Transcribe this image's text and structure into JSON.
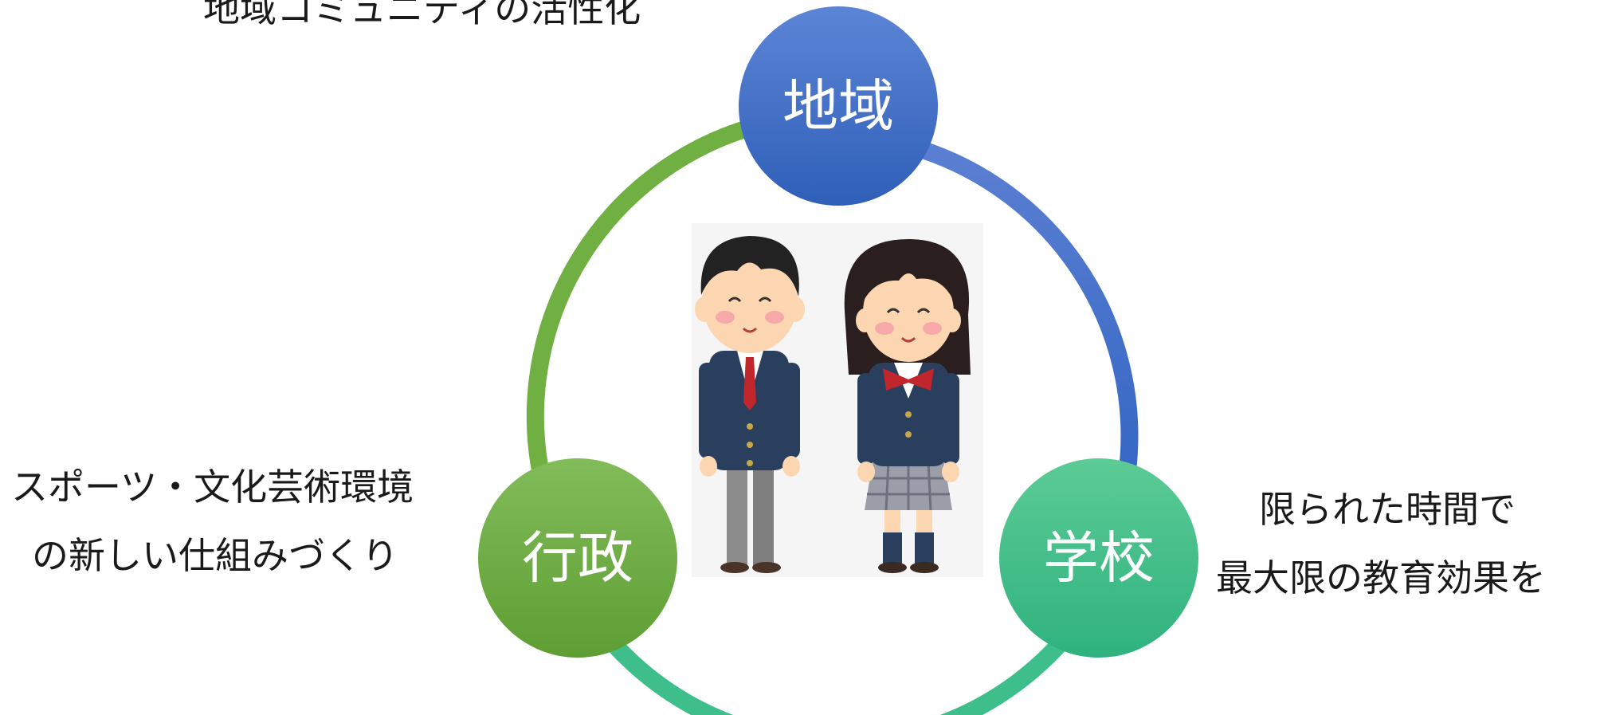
{
  "nodes": {
    "top": {
      "label": "地域",
      "caption_lines": [
        "地域コミュニティの活性化"
      ]
    },
    "left": {
      "label": "行政",
      "caption_lines": [
        "スポーツ・文化芸術環境",
        "の新しい仕組みづくり"
      ]
    },
    "right": {
      "label": "学校",
      "caption_lines": [
        "限られた時間で",
        "最大限の教育効果を"
      ]
    }
  },
  "colors": {
    "blue": "#3D6CC4",
    "green": "#6AAF3F",
    "teal": "#3FBE8A",
    "navy": "#2A3F5E",
    "red": "#C0262C"
  },
  "center_illustration": "students-in-uniform"
}
